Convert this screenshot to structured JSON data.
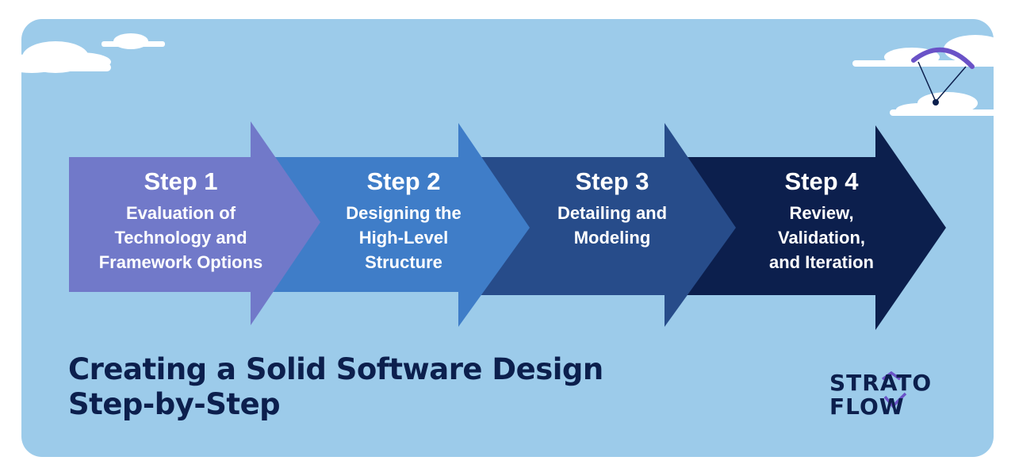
{
  "steps": [
    {
      "title": "Step 1",
      "lines": [
        "Evaluation of",
        "Technology and",
        "Framework Options"
      ]
    },
    {
      "title": "Step 2",
      "lines": [
        "Designing the",
        "High-Level",
        "Structure"
      ]
    },
    {
      "title": "Step 3",
      "lines": [
        "Detailing and",
        "Modeling"
      ]
    },
    {
      "title": "Step 4",
      "lines": [
        "Review,",
        "Validation,",
        "and Iteration"
      ]
    }
  ],
  "heading": {
    "line1": "Creating a Solid Software Design",
    "line2": "Step-by-Step"
  },
  "logo": {
    "line1": "STRATO",
    "line2": "FLOW"
  },
  "colors": {
    "background": "#9ccbea",
    "step1": "#7179c9",
    "step2": "#3f7dc8",
    "step3": "#274c8a",
    "step4": "#0c1f4d",
    "heading": "#0c1f4d"
  }
}
